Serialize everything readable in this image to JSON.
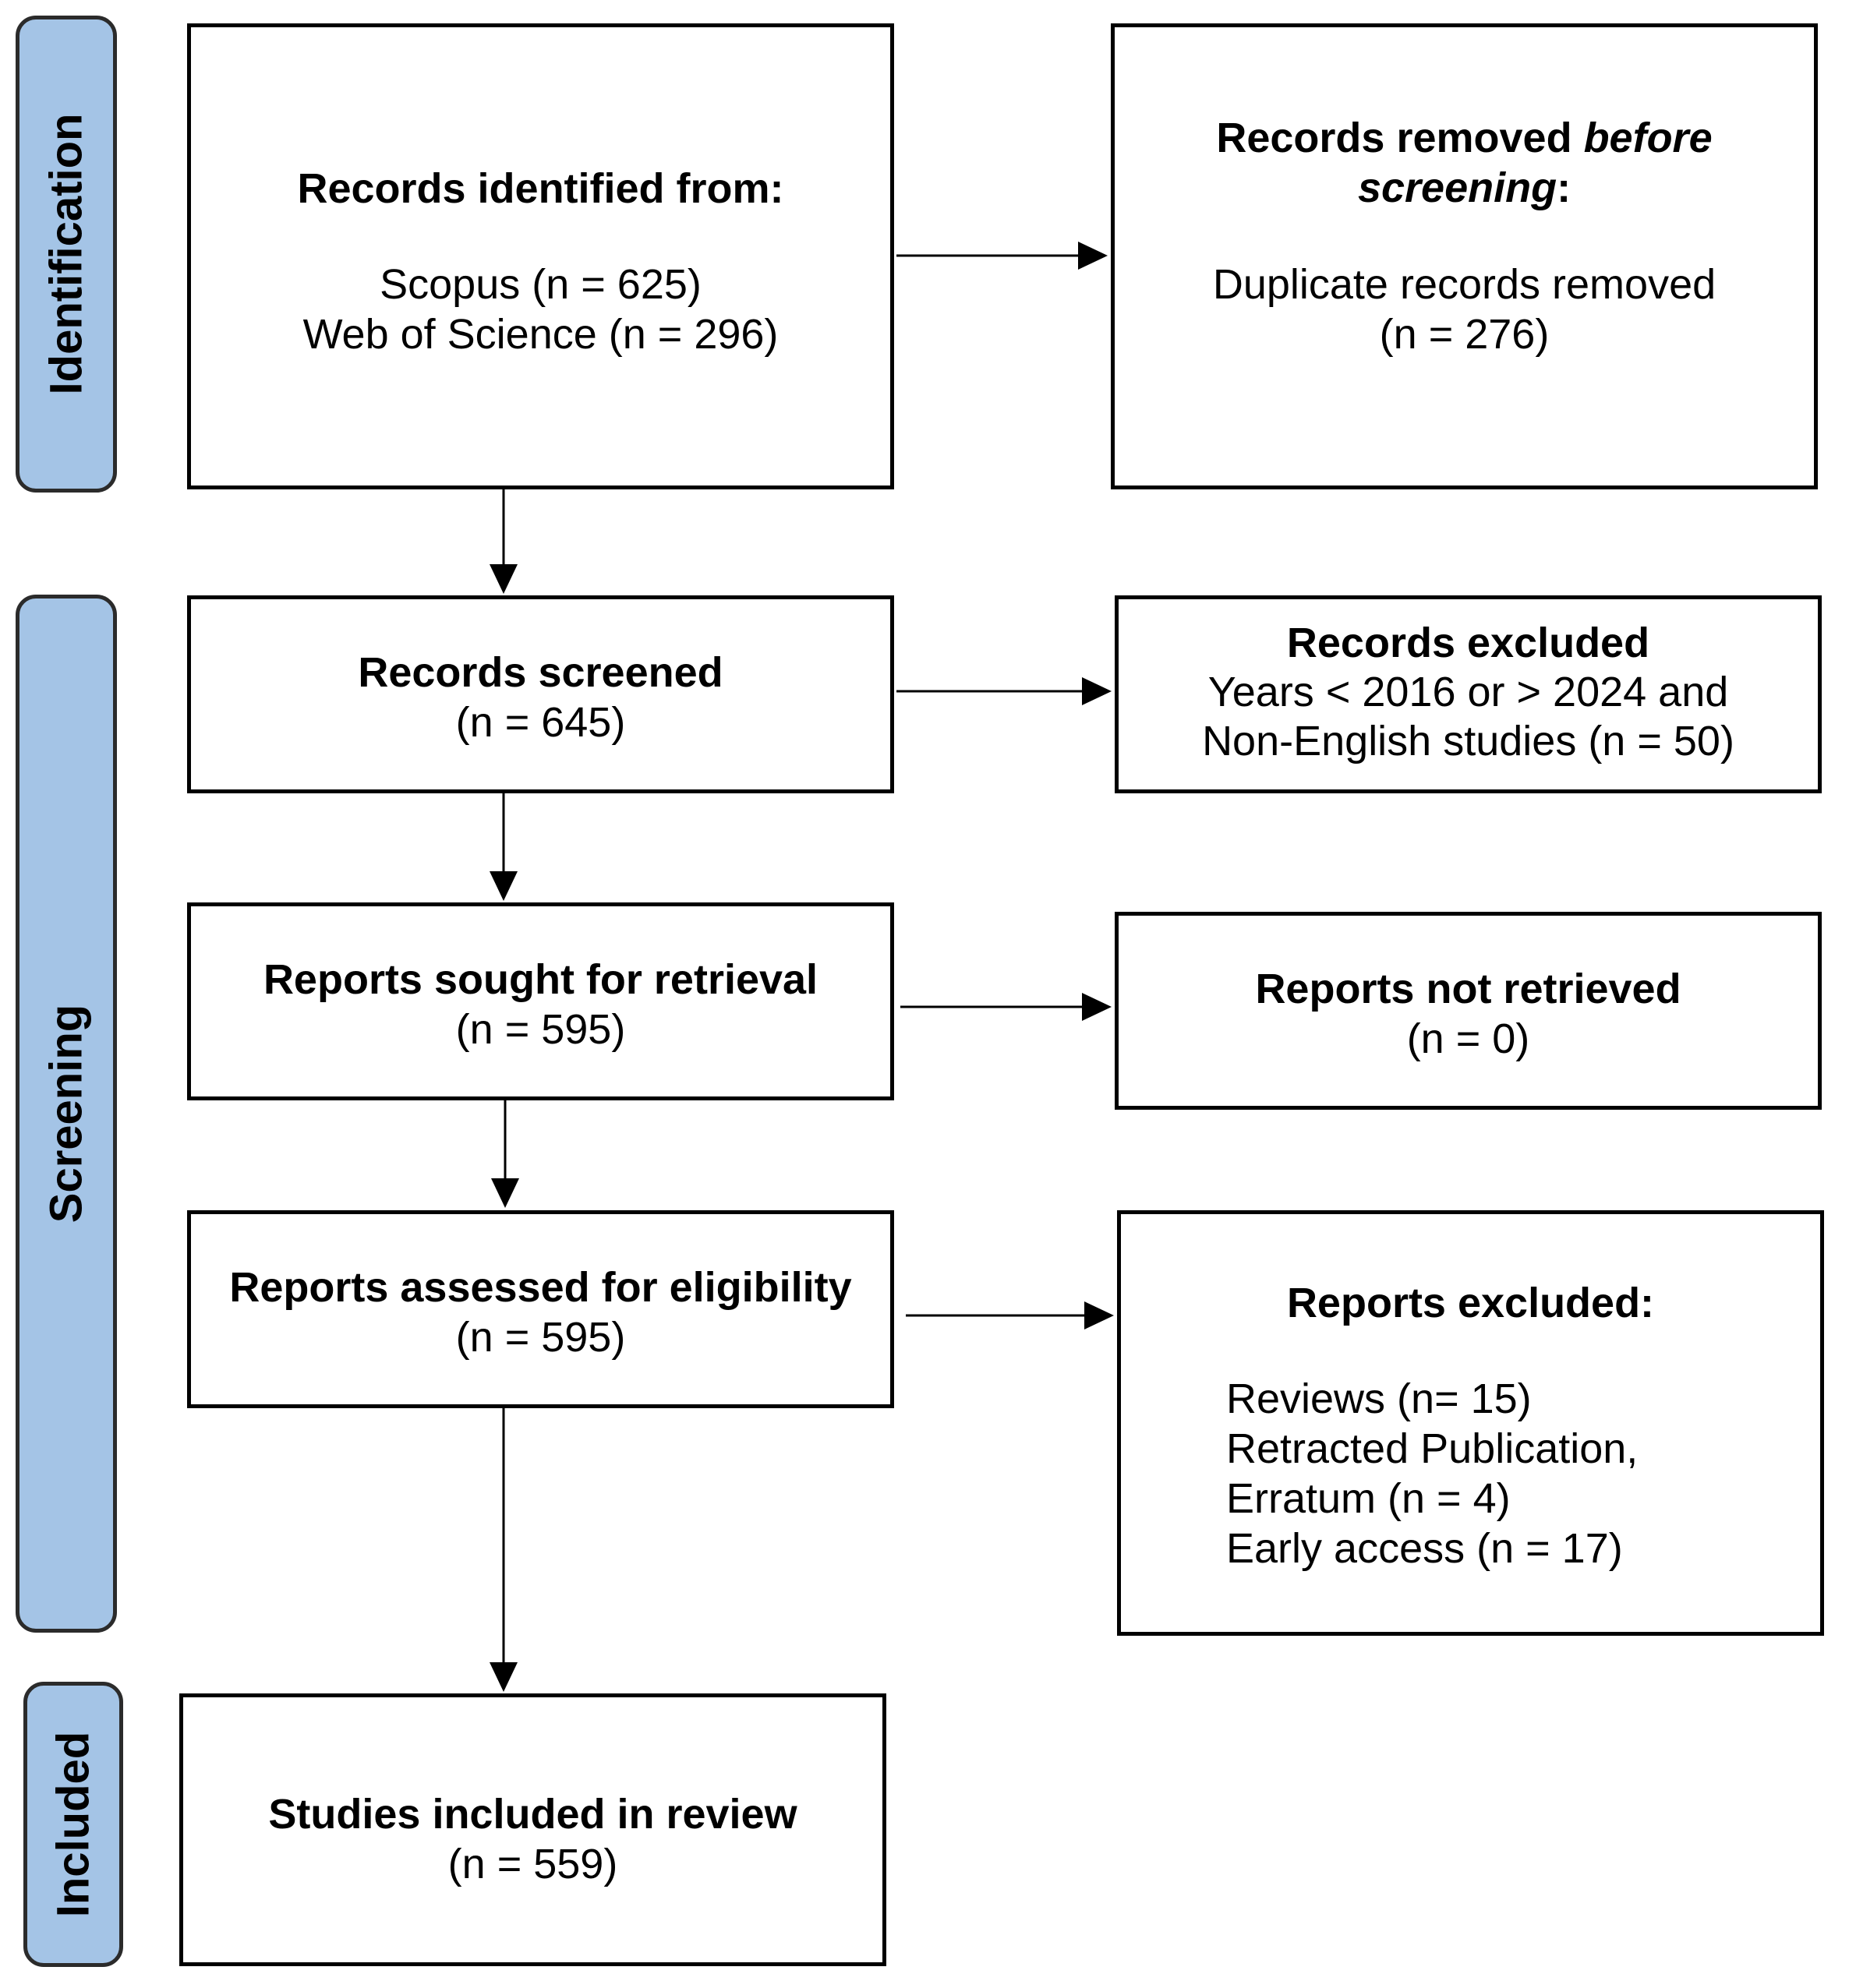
{
  "phases": {
    "identification": "Identification",
    "screening": "Screening",
    "included": "Included"
  },
  "identified": {
    "title": "Records identified from:",
    "line1": "Scopus (n = 625)",
    "line2": "Web of Science (n = 296)"
  },
  "removed": {
    "title_part1": "Records removed ",
    "title_italic": "before",
    "title_part2_italic": "screening",
    "title_colon": ":",
    "line1": "Duplicate records removed",
    "line2": "(n = 276)"
  },
  "screened": {
    "title": "Records screened",
    "count": "(n = 645)"
  },
  "excluded_records": {
    "title": "Records excluded",
    "line1": "Years < 2016 or > 2024 and",
    "line2": "Non-English studies (n = 50)"
  },
  "sought": {
    "title": "Reports sought for retrieval",
    "count": "(n = 595)"
  },
  "not_retrieved": {
    "title": "Reports not retrieved",
    "count": "(n = 0)"
  },
  "assessed": {
    "title": "Reports assessed for eligibility",
    "count": "(n = 595)"
  },
  "reports_excluded": {
    "title": "Reports excluded:",
    "items": [
      "Reviews (n= 15)",
      "Retracted Publication,",
      "Erratum (n = 4)",
      "Early access (n = 17)"
    ]
  },
  "included": {
    "title": "Studies included in review",
    "count": "(n = 559)"
  }
}
